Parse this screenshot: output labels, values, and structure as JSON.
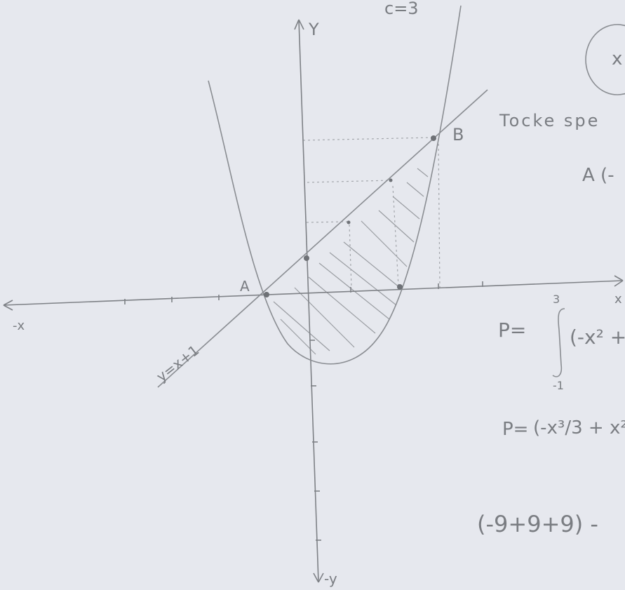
{
  "labels": {
    "c_label": "c=3",
    "y_axis": "Y",
    "neg_y_axis": "-y",
    "x_axis": "x",
    "neg_x_axis": "-x",
    "point_a": "A",
    "point_b": "B",
    "line_label": "y=x+1",
    "tocke_text": "Tocke spe",
    "a_coord": "A (-",
    "circle_text": "x",
    "integral_p": "P=",
    "integral_lower": "-1",
    "integral_upper": "3",
    "integrand": "(-x² +",
    "antideriv_p": "P=",
    "antideriv_expr": "(-x³/3 + x²",
    "final_expr": "(-9+9+9) -"
  },
  "colors": {
    "pencil": "#8a8d92",
    "pencil_dark": "#6e7176",
    "paper": "#e6e8ee"
  }
}
